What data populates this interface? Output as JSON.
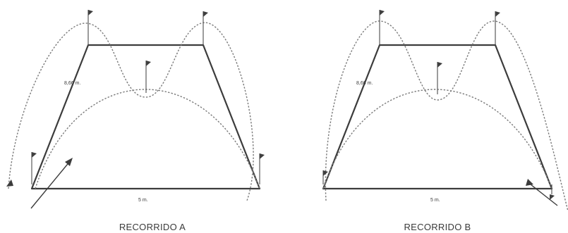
{
  "diagrams": [
    {
      "caption": "RECORRIDO A",
      "side_label": "8,66 m.",
      "base_label": "5 m."
    },
    {
      "caption": "RECORRIDO B",
      "side_label": "8,66 m.",
      "base_label": "5 m."
    }
  ]
}
